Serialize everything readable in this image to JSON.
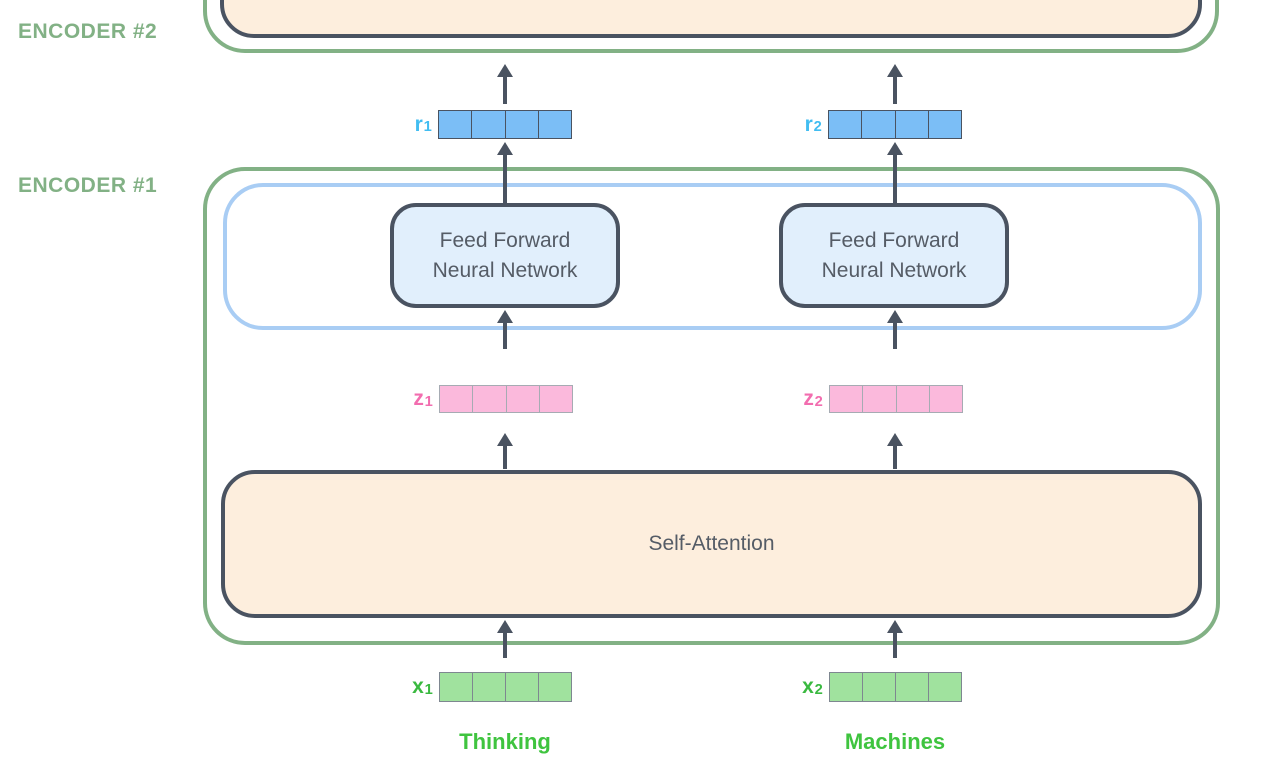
{
  "colors": {
    "encoder_green": "#82b185",
    "dark_slate": "#4a5361",
    "peach_fill": "#fdeedd",
    "ffnn_fill": "#e1effc",
    "ffnn_text": "#555c66",
    "blue_container": "#a9cdf4",
    "r_fill": "#7bbef6",
    "r_border": "#4a5361",
    "r_label": "#41bdf1",
    "z_fill": "#fbb9dc",
    "z_border": "#a6abb3",
    "z_label": "#f26daf",
    "x_fill": "#a0e29e",
    "x_border": "#7e8790",
    "x_label": "#3ab940",
    "word_green": "#3fc43f"
  },
  "encoder2": {
    "label": "ENCODER #2"
  },
  "encoder1": {
    "label": "ENCODER #1"
  },
  "ffnn": {
    "line1": "Feed Forward",
    "line2": "Neural Network"
  },
  "self_attention": {
    "label": "Self-Attention"
  },
  "vectors": {
    "r1": {
      "base": "r",
      "sub": "1"
    },
    "r2": {
      "base": "r",
      "sub": "2"
    },
    "z1": {
      "base": "z",
      "sub": "1"
    },
    "z2": {
      "base": "z",
      "sub": "2"
    },
    "x1": {
      "base": "x",
      "sub": "1"
    },
    "x2": {
      "base": "x",
      "sub": "2"
    }
  },
  "tokens": {
    "t1": "Thinking",
    "t2": "Machines"
  }
}
